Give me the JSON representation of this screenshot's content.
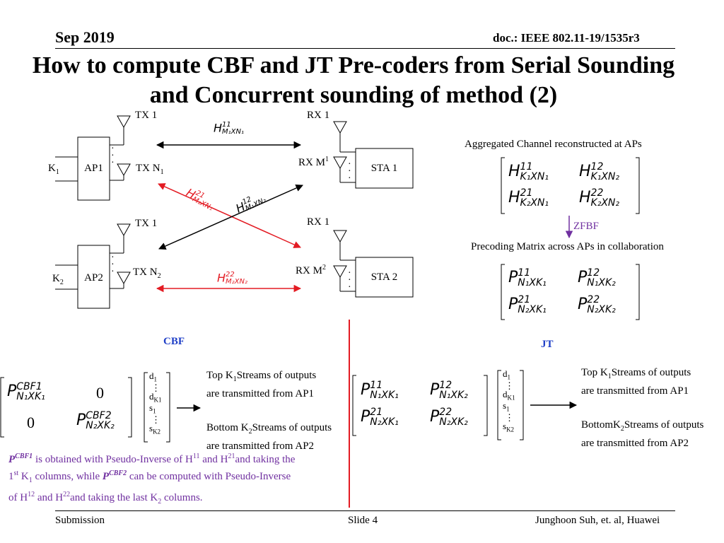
{
  "header": {
    "date": "Sep 2019",
    "doc_id": "doc.: IEEE 802.11-19/1535r3"
  },
  "title_line1": "How to compute CBF and JT Pre-coders from Serial Sounding",
  "title_line2": "and Concurrent sounding of method (2)",
  "diagram": {
    "ap1": "AP1",
    "ap2": "AP2",
    "sta1": "STA 1",
    "sta2": "STA 2",
    "k1": "K",
    "k1_sub": "1",
    "k2": "K",
    "k2_sub": "2",
    "tx1_top": "TX 1",
    "txn1": "TX N",
    "txn1_sub": "1",
    "tx1_bottom": "TX 1",
    "txn2": "TX N",
    "txn2_sub": "2",
    "rx1_top": "RX 1",
    "rxm1": "RX M",
    "rxm1_sub": "1",
    "rx1_bottom": "RX 1",
    "rxm2": "RX M",
    "rxm2_sub": "2",
    "h11": {
      "base": "H",
      "sup": "11",
      "sub": "M₁XN₁"
    },
    "h21": {
      "base": "H",
      "sup": "21",
      "sub": "M₂XN₁"
    },
    "h12": {
      "base": "H",
      "sup": "12",
      "sub": "M₁XN₂"
    },
    "h22": {
      "base": "H",
      "sup": "22",
      "sub": "M₂XN₂"
    }
  },
  "aggregated": {
    "caption": "Aggregated Channel reconstructed at APs",
    "m11": {
      "base": "H",
      "sup": "11",
      "sub": "K₁XN₁"
    },
    "m12": {
      "base": "H",
      "sup": "12",
      "sub": "K₁XN₂"
    },
    "m21": {
      "base": "H",
      "sup": "21",
      "sub": "K₂XN₁"
    },
    "m22": {
      "base": "H",
      "sup": "22",
      "sub": "K₂XN₂"
    }
  },
  "zfbf": "ZFBF",
  "precoding": {
    "caption": "Precoding Matrix across APs in collaboration",
    "p11": {
      "base": "P",
      "sup": "11",
      "sub": "N₁XK₁"
    },
    "p12": {
      "base": "P",
      "sup": "12",
      "sub": "N₁XK₂"
    },
    "p21": {
      "base": "P",
      "sup": "21",
      "sub": "N₂XK₁"
    },
    "p22": {
      "base": "P",
      "sup": "22",
      "sub": "N₂XK₂"
    }
  },
  "cbf": {
    "label": "CBF",
    "m11": {
      "base": "P",
      "sup": "CBF1",
      "sub": "N₁XK₁"
    },
    "zero1": "0",
    "zero2": "0",
    "m22": {
      "base": "P",
      "sup": "CBF2",
      "sub": "N₂XK₂"
    },
    "vector": [
      "d",
      "1",
      "⋮",
      "d",
      "K1",
      "s",
      "1",
      "⋮",
      "s",
      "K2"
    ],
    "top_text_a": "Top K",
    "top_text_sub": "1",
    "top_text_b": "Streams of outputs",
    "top_text_c": "are transmitted from AP1",
    "bottom_text_a": "Bottom K",
    "bottom_text_sub": "2",
    "bottom_text_b": "Streams of outputs",
    "bottom_text_c": "are transmitted from AP2"
  },
  "jt": {
    "label": "JT",
    "p11": {
      "base": "P",
      "sup": "11",
      "sub": "N₁XK₁"
    },
    "p12": {
      "base": "P",
      "sup": "12",
      "sub": "N₁XK₂"
    },
    "p21": {
      "base": "P",
      "sup": "21",
      "sub": "N₂XK₁"
    },
    "p22": {
      "base": "P",
      "sup": "22",
      "sub": "N₂XK₂"
    },
    "top_text_a": "Top K",
    "top_text_sub": "1",
    "top_text_b": "Streams of outputs",
    "top_text_c": "are transmitted from AP1",
    "bottom_text_a": "BottomK",
    "bottom_text_sub": "2",
    "bottom_text_b": "Streams of outputs",
    "bottom_text_c": "are transmitted from AP2"
  },
  "cbf_note": {
    "p1": "P",
    "p1_sup": "CBF1",
    "t1": " is obtained with Pseudo-Inverse of H",
    "s1": "11",
    "t2": " and H",
    "s2": "21",
    "t3": "and taking the",
    "t4": "1",
    "s4": "st",
    "t5": " K",
    "s5": "1",
    "t6": " columns, while ",
    "p2": "P",
    "p2_sup": "CBF2",
    "t7": " can be computed with Pseudo-Inverse",
    "t8": "of H",
    "s8": "12",
    "t9": " and H",
    "s9": "22",
    "t10": "and taking the last K",
    "s10": "2",
    "t11": " columns."
  },
  "footer": {
    "left": "Submission",
    "center": "Slide 4",
    "right": "Junghoon Suh, et. al, Huawei"
  },
  "colors": {
    "red": "#e31b23",
    "purple": "#7030a0",
    "blue": "#1f3fc7"
  }
}
